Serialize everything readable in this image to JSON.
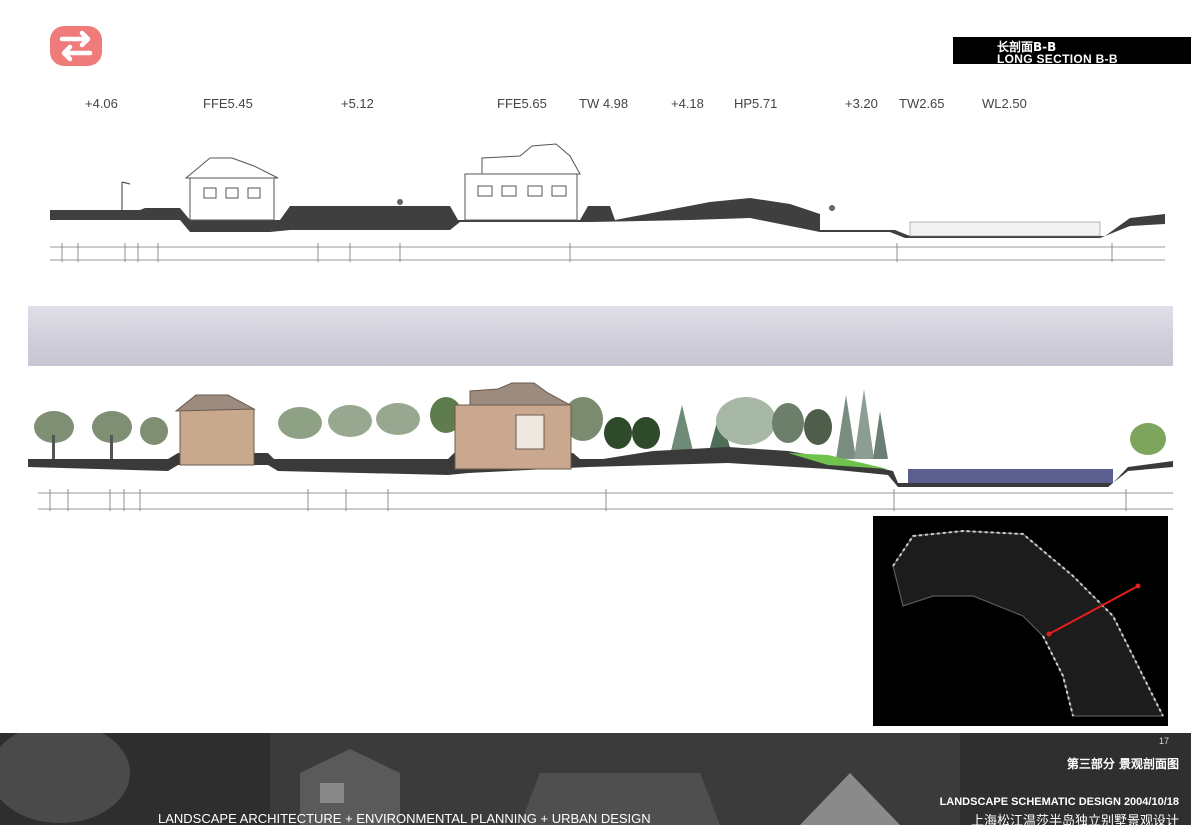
{
  "header": {
    "title_cn": "长剖面B-B",
    "title_en": "LONG SECTION B-B"
  },
  "elevations": [
    {
      "label": "+4.06"
    },
    {
      "label": "FFE5.45"
    },
    {
      "label": "+5.12"
    },
    {
      "label": "FFE5.65"
    },
    {
      "label": "TW 4.98"
    },
    {
      "label": "+4.18"
    },
    {
      "label": "HP5.71"
    },
    {
      "label": "+3.20"
    },
    {
      "label": "TW2.65"
    },
    {
      "label": "WL2.50"
    }
  ],
  "footer": {
    "page_number": "17",
    "section_title_cn": "第三部分  景观剖面图",
    "tagline": "LANDSCAPE ARCHITECTURE + ENVIRONMENTAL PLANNING + URBAN DESIGN",
    "project_en": "LANDSCAPE SCHEMATIC DESIGN 2004/10/18",
    "project_cn": "上海松江温莎半岛独立别墅景观设计"
  },
  "colors": {
    "logo": "#f07b7b",
    "ground": "#3f3f3f",
    "footer_bg": "#3b3b3b",
    "keymap_line": "#e41e1e"
  }
}
